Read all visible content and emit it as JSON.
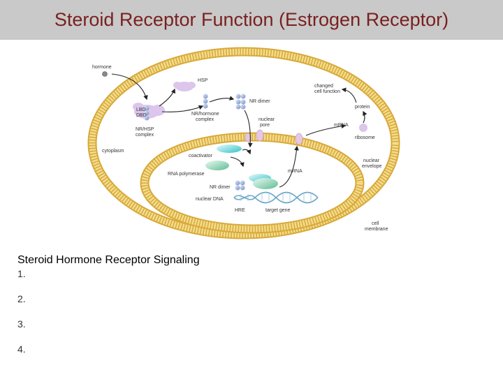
{
  "header": {
    "title": "Steroid Receptor Function (Estrogen Receptor)"
  },
  "diagram": {
    "labels": {
      "hormone": "hormone",
      "hsp": "HSP",
      "nr_dimer_top": "NR dimer",
      "changed": "changed",
      "cell_function": "cell function",
      "lbd": "LBD",
      "dbd": "DBD",
      "nr_hormone": "NR/hormone",
      "complex_a": "complex",
      "protein": "protein",
      "nuclear": "nuclear",
      "pore": "pore",
      "mrna_top": "mRNA",
      "nr_hsp": "NR/HSP",
      "complex_b": "complex",
      "ribosome": "ribosome",
      "cytoplasm": "cytoplasm",
      "coactivator": "coactivator",
      "nuclear_b": "nuclear",
      "envelope": "envelope",
      "rna_polymerase": "RNA polymerase",
      "mrna_bottom": "mRNA",
      "nr_dimer_bottom": "NR dimer",
      "nuclear_dna": "nuclear DNA",
      "hre": "HRE",
      "target_gene": "target gene",
      "cell": "cell",
      "membrane": "membrane"
    },
    "colors": {
      "membrane": "#e9c766",
      "receptor": "#8fa8d6",
      "coactivator": "#5fd3d6",
      "polymerase": "#7fcfae",
      "hsp": "#dcc6ec",
      "dna": "#6ea8c8"
    }
  },
  "notes": {
    "heading": "Steroid Hormone Receptor Signaling",
    "items": [
      "1.",
      "2.",
      "3.",
      "4."
    ]
  }
}
